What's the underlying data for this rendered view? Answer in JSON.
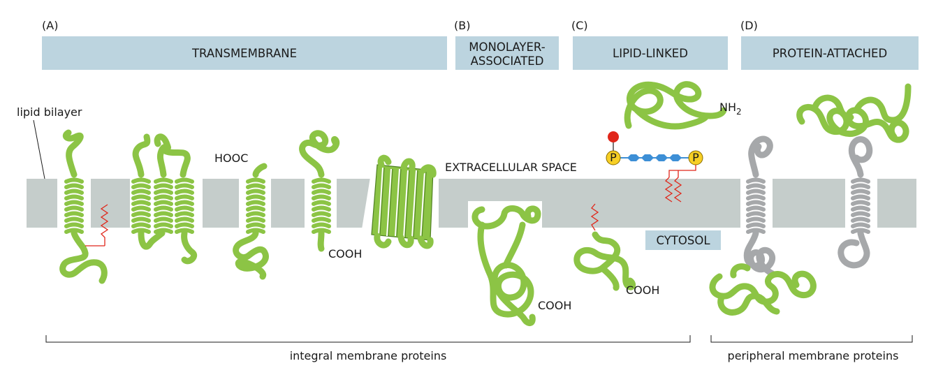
{
  "panels": [
    {
      "letter": "(A)",
      "title_lines": [
        "TRANSMEMBRANE"
      ]
    },
    {
      "letter": "(B)",
      "title_lines": [
        "MONOLAYER-",
        "ASSOCIATED"
      ]
    },
    {
      "letter": "(C)",
      "title_lines": [
        "LIPID-LINKED"
      ]
    },
    {
      "letter": "(D)",
      "title_lines": [
        "PROTEIN-ATTACHED"
      ]
    }
  ],
  "labels": {
    "lipid_bilayer": "lipid bilayer",
    "hooc": "HOOC",
    "cooh_1": "COOH",
    "cooh_2": "COOH",
    "cooh_3": "COOH",
    "extracellular_space": "EXTRACELLULAR SPACE",
    "cytosol": "CYTOSOL",
    "nh2_base": "NH",
    "nh2_sub": "2",
    "phosphate_1": "P",
    "phosphate_2": "P"
  },
  "brackets": {
    "integral": "integral membrane proteins",
    "peripheral": "peripheral membrane proteins"
  },
  "colors": {
    "header_box": "#bcd4df",
    "membrane": "#c5cdcb",
    "protein": "#8cc445",
    "protein_peripheral_gray": "#a6a8aa",
    "lipid_tail": "#e0261a",
    "phosphate": "#f7cf25",
    "sugar": "#3d8fd6",
    "anchor_head": "#e0261a"
  }
}
